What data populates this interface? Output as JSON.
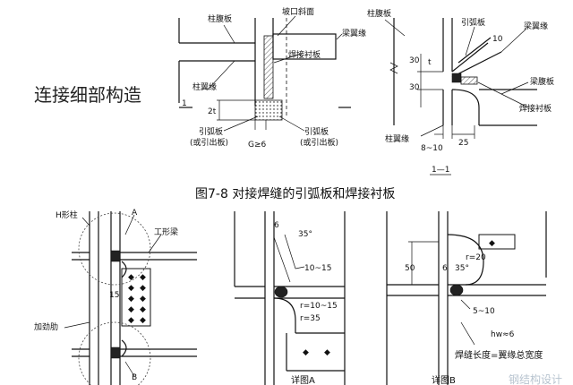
{
  "side_title": "连接细部构造",
  "figure_caption": "图7-8 对接焊缝的引弧板和焊接衬板",
  "top_left": {
    "column_web": "柱腹板",
    "bevel_face": "坡口斜面",
    "beam_flange": "梁翼缘",
    "backing_plate": "焊接衬板",
    "column_flange": "柱翼缘",
    "dim_2t": "2t",
    "runoff_plate_left": "引弧板",
    "runoff_note_left": "(或引出板)",
    "gap": "G≥6",
    "runoff_plate_right": "引弧板",
    "runoff_note_right": "(或引出板)",
    "section_mark": "1"
  },
  "top_right": {
    "column_web": "柱腹板",
    "runoff_plate": "引弧板",
    "beam_flange": "梁翼缘",
    "dim_30a": "30",
    "dim_t": "t",
    "dim_30b": "30",
    "dim_10": "10",
    "beam_web": "梁腹板",
    "backing_plate": "焊接衬板",
    "column_flange": "柱翼缘",
    "dim_8_10": "8~10",
    "dim_25": "25",
    "section_label": "1—1"
  },
  "bottom_left": {
    "h_column": "H形柱",
    "mark_a": "A",
    "i_beam": "工形梁",
    "dim_15": "15",
    "stiffener": "加劲肋",
    "mark_b": "B"
  },
  "detail_a": {
    "dim_6": "6",
    "angle": "35°",
    "dim_10_15": "10~15",
    "radius_a": "r=10~15",
    "radius_b": "r=35",
    "caption": "详图A"
  },
  "detail_b": {
    "radius": "r=20",
    "dim_50": "50",
    "dim_6": "6",
    "angle": "35°",
    "dim_5_10": "5~10",
    "hw": "hw≈6",
    "weld_length": "焊缝长度=翼缘总宽度",
    "caption": "详图B"
  },
  "watermark": "钢结构设计"
}
